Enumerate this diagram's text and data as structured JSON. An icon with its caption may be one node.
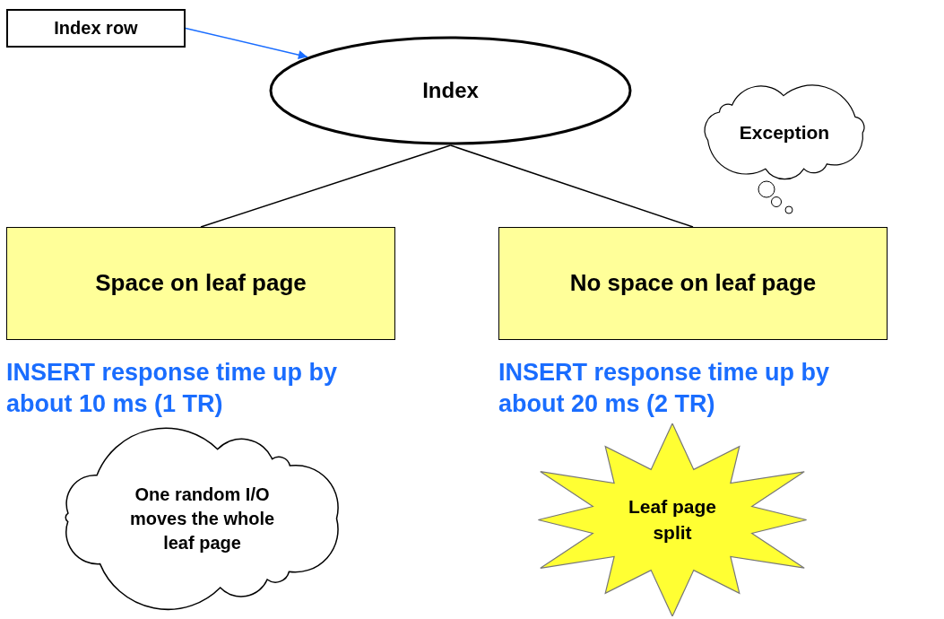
{
  "diagram": {
    "nodes": [
      {
        "text": [
          "Index row"
        ]
      },
      {
        "text": [
          "Index"
        ]
      },
      {
        "text": [
          "Space on leaf page"
        ]
      },
      {
        "text": [
          "No space on leaf page"
        ]
      },
      {
        "text": [
          "Exception"
        ]
      },
      {
        "text": [
          "One random I/O moves the whole leaf page"
        ]
      },
      {
        "text": [
          "Leaf page split"
        ]
      }
    ],
    "edges": [
      {
        "from": 0,
        "to": 1,
        "arrow": "to",
        "color": "#1a6dff"
      },
      {
        "from": 1,
        "to": 2,
        "arrow": "none"
      },
      {
        "from": 1,
        "to": 3,
        "arrow": "none"
      }
    ],
    "labels": [
      "INSERT response time up by about 10 ms (1 TR)",
      "INSERT response time up by about 20 ms (2 TR)"
    ]
  }
}
